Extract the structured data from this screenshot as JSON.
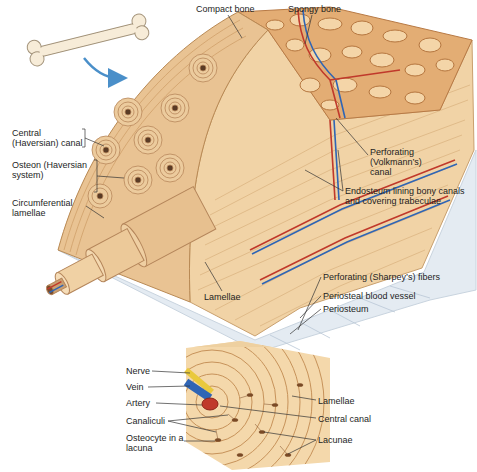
{
  "diagram": {
    "labels": [
      "Compact bone",
      "Spongy bone",
      "Central (Haversian) canal",
      "Osteon (Haversian system)",
      "Circumferential lamellae",
      "Perforating (Volkmann’s) canal",
      "Endosteum lining bony canals and covering trabeculae",
      "Lamellae",
      "Perforating (Sharpey’s) fibers",
      "Periosteal blood vessel",
      "Periosteum",
      "Nerve",
      "Vein",
      "Artery",
      "Canaliculi",
      "Osteocyte in a lacuna",
      "Lamellae",
      "Central canal",
      "Lacunae"
    ]
  }
}
